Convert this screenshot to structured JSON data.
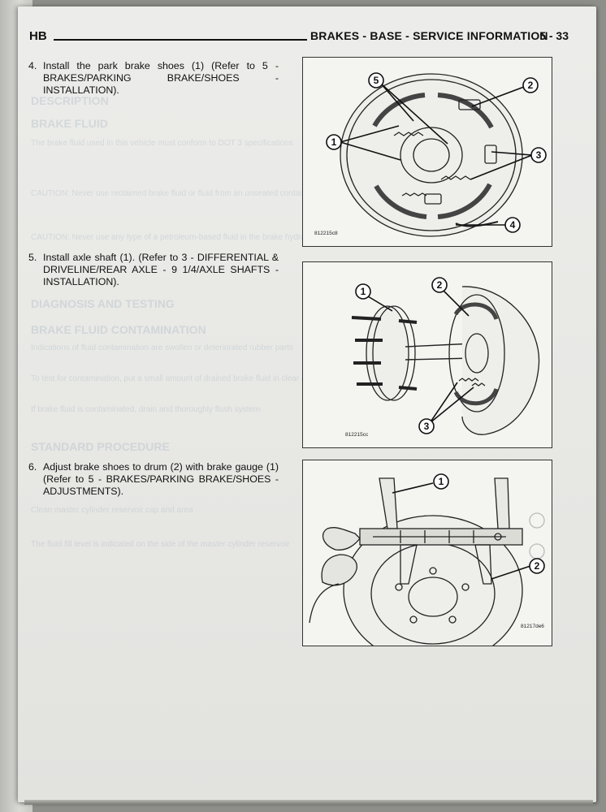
{
  "header": {
    "section_code": "HB",
    "title": "BRAKES - BASE - SERVICE INFORMATION",
    "page_number": "5 - 33"
  },
  "steps": [
    {
      "number": "4.",
      "text": "Install the park brake shoes (1) (Refer to 5 - BRAKES/PARKING BRAKE/SHOES - INSTALLATION).",
      "figure": {
        "id": "812215c8",
        "callouts": [
          "1",
          "2",
          "3",
          "4",
          "5"
        ]
      }
    },
    {
      "number": "5.",
      "text": "Install axle shaft (1). (Refer to 3 - DIFFERENTIAL & DRIVELINE/REAR AXLE - 9 1/4/AXLE SHAFTS - INSTALLATION).",
      "figure": {
        "id": "812215cc",
        "callouts": [
          "1",
          "2",
          "3"
        ]
      }
    },
    {
      "number": "6.",
      "text": "Adjust brake shoes to drum (2) with brake gauge (1) (Refer to 5 - BRAKES/PARKING BRAKE/SHOES - ADJUSTMENTS).",
      "figure": {
        "id": "81217de6",
        "callouts": [
          "1",
          "2"
        ]
      }
    }
  ],
  "bleed_through": {
    "headings": [
      "DESCRIPTION",
      "BRAKE FLUID",
      "DIAGNOSIS AND TESTING",
      "BRAKE FLUID CONTAMINATION",
      "STANDARD PROCEDURE"
    ],
    "lines": [
      "The brake fluid used in this vehicle must conform to DOT 3 specifications",
      "CAUTION: Never use reclaimed brake fluid or fluid from an unsealed container",
      "CAUTION: Never use any type of a petroleum-based fluid in the brake hydraulic system",
      "Indications of fluid contamination are swollen or deteriorated rubber parts",
      "To test for contamination, put a small amount of drained brake fluid in clear glass jar",
      "If brake fluid is contaminated, drain and thoroughly flush system",
      "Clean master cylinder reservoir cap and area",
      "The fluid fill level is indicated on the side of the master cylinder reservoir"
    ]
  },
  "colors": {
    "page": "#ebebe8",
    "ink": "#111111",
    "background": "#8e8e8a"
  }
}
